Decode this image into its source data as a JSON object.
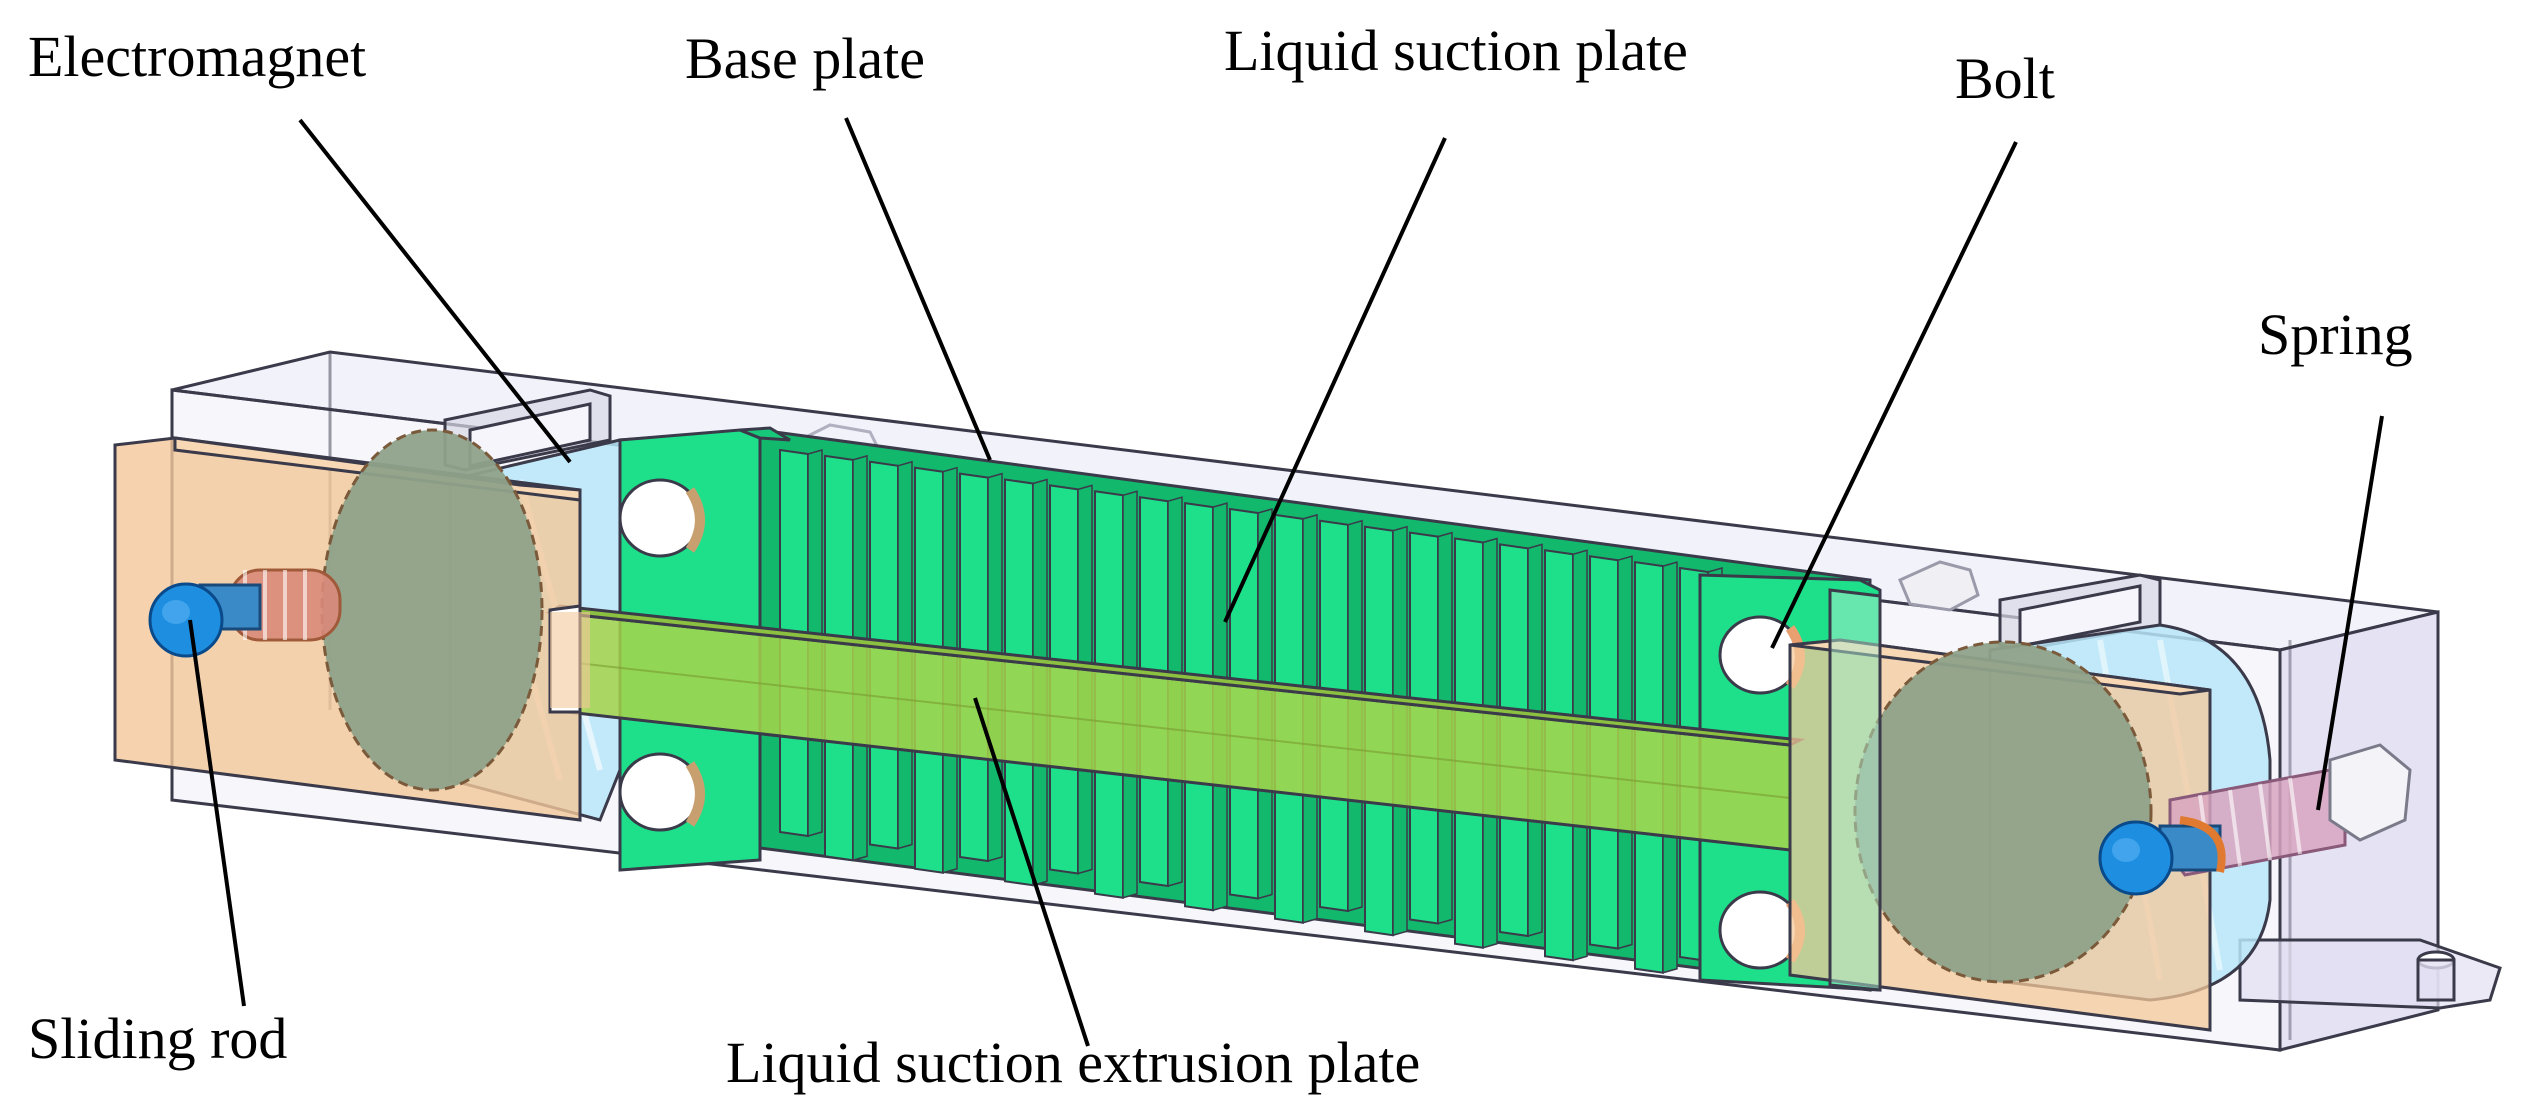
{
  "labels": {
    "electromagnet": "Electromagnet",
    "base_plate": "Base plate",
    "liquid_suction_plate": "Liquid suction plate",
    "bolt": "Bolt",
    "spring": "Spring",
    "sliding_rod": "Sliding rod",
    "liquid_suction_extrusion_plate": "Liquid suction extrusion plate"
  },
  "colors": {
    "base_plate_frame": "#e6e4f4",
    "electromagnet_housing": "#f4c89a",
    "magnet_disc": "#8fa28a",
    "fin_plate": "#1ee08a",
    "fin_shadow": "#12b86c",
    "extrusion_bar": "#a6d44a",
    "sliding_rod_cap": "#1e8ee0",
    "spring_coil": "#d98a7a",
    "magnet_coil": "#b8e6f8",
    "bolt_head": "#ffffff"
  }
}
